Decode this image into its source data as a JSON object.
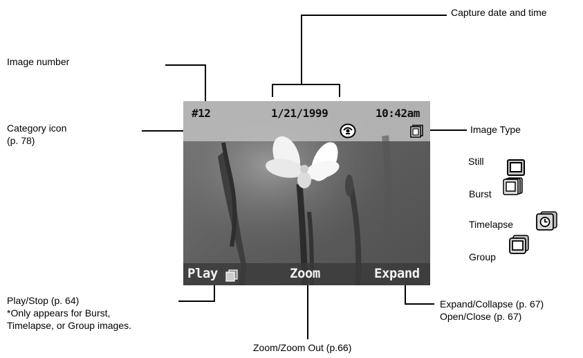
{
  "screen": {
    "image_number": "#12",
    "date": "1/21/1999",
    "time": "10:42am",
    "soft_buttons": {
      "play": "Play",
      "zoom": "Zoom",
      "expand": "Expand"
    }
  },
  "callouts": {
    "capture": "Capture date and time",
    "image_number": "Image number",
    "category_line1": "Category icon",
    "category_line2": "(p. 78)",
    "image_type": "Image Type",
    "types": [
      "Still",
      "Burst",
      "Timelapse",
      "Group"
    ],
    "play_line1": "Play/Stop (p. 64)",
    "play_line2": "*Only appears for Burst,",
    "play_line3": "Timelapse, or Group images.",
    "zoom": "Zoom/Zoom Out (p.66)",
    "expand_line1": "Expand/Collapse (p. 67)",
    "expand_line2": "Open/Close (p. 67)"
  },
  "icons": {
    "category": "flower-category-icon",
    "image_type": "burst-type-icon",
    "still": "still-icon",
    "burst": "burst-icon",
    "timelapse": "timelapse-icon",
    "group": "group-icon"
  }
}
